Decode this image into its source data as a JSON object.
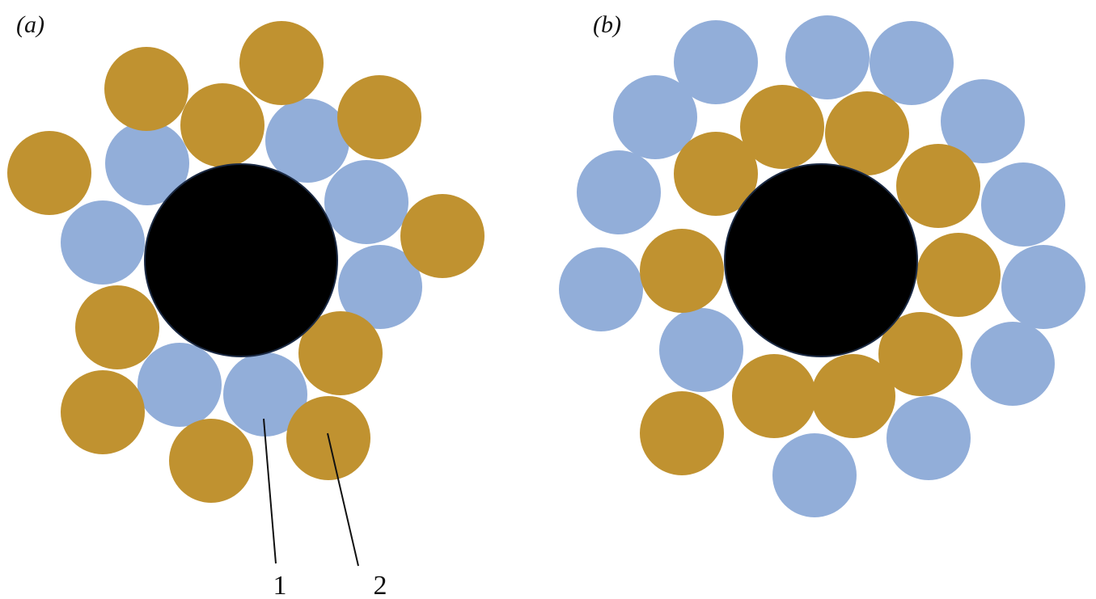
{
  "colors": {
    "background": "#ffffff",
    "particle_type_1": "#92aed9",
    "particle_type_2": "#c09230",
    "core": "#000000",
    "core_outline": "#1b2a44",
    "text": "#111111"
  },
  "panels": [
    {
      "id": "a",
      "label": "(a)"
    },
    {
      "id": "b",
      "label": "(b)"
    }
  ],
  "callouts": [
    {
      "number": "1",
      "refers_to": "particle_type_1"
    },
    {
      "number": "2",
      "refers_to": "particle_type_2"
    }
  ]
}
